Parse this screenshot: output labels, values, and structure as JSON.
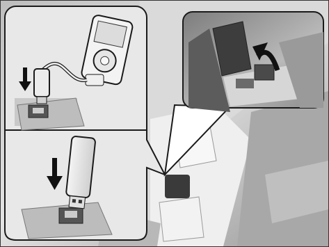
{
  "illustration": {
    "panels": [
      {
        "name": "ipod-connection-panel",
        "device": "media-player",
        "action": "insert-cable-down"
      },
      {
        "name": "usb-flash-drive-panel",
        "device": "usb-flash-drive",
        "action": "insert-drive-down"
      },
      {
        "name": "usb-port-cover-closeup",
        "device": "console-compartment",
        "action": "lift-cover"
      }
    ],
    "arrows": [
      "down-arrow-icon",
      "down-arrow-icon",
      "curved-arrow-icon"
    ],
    "colors": {
      "outline": "#1a1a1a",
      "panel_bg": "#e6e6e6",
      "photo_bg": "#c8c8c8"
    }
  }
}
